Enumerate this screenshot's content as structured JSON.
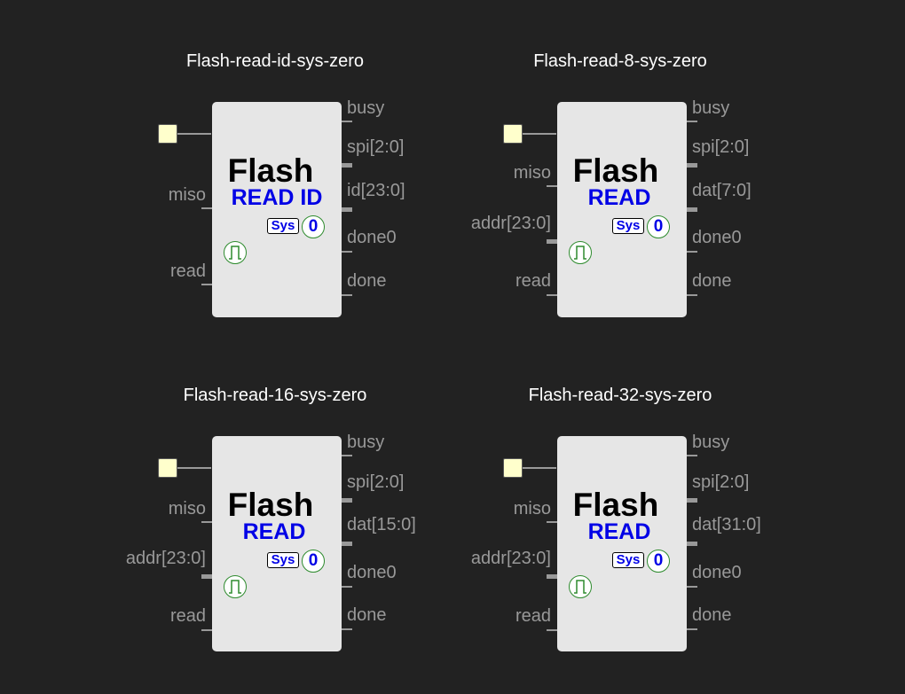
{
  "blocks": [
    {
      "title": "Flash-read-id-sys-zero",
      "flash": "Flash",
      "sub": "READ ID",
      "sys": "Sys",
      "zero": "0",
      "inputs": [
        "miso",
        "read"
      ],
      "outputs": [
        "busy",
        "spi[2:0]",
        "id[23:0]",
        "done0",
        "done"
      ]
    },
    {
      "title": "Flash-read-8-sys-zero",
      "flash": "Flash",
      "sub": "READ",
      "sys": "Sys",
      "zero": "0",
      "inputs": [
        "miso",
        "addr[23:0]",
        "read"
      ],
      "outputs": [
        "busy",
        "spi[2:0]",
        "dat[7:0]",
        "done0",
        "done"
      ]
    },
    {
      "title": "Flash-read-16-sys-zero",
      "flash": "Flash",
      "sub": "READ",
      "sys": "Sys",
      "zero": "0",
      "inputs": [
        "miso",
        "addr[23:0]",
        "read"
      ],
      "outputs": [
        "busy",
        "spi[2:0]",
        "dat[15:0]",
        "done0",
        "done"
      ]
    },
    {
      "title": "Flash-read-32-sys-zero",
      "flash": "Flash",
      "sub": "READ",
      "sys": "Sys",
      "zero": "0",
      "inputs": [
        "miso",
        "addr[23:0]",
        "read"
      ],
      "outputs": [
        "busy",
        "spi[2:0]",
        "dat[31:0]",
        "done0",
        "done"
      ]
    }
  ]
}
